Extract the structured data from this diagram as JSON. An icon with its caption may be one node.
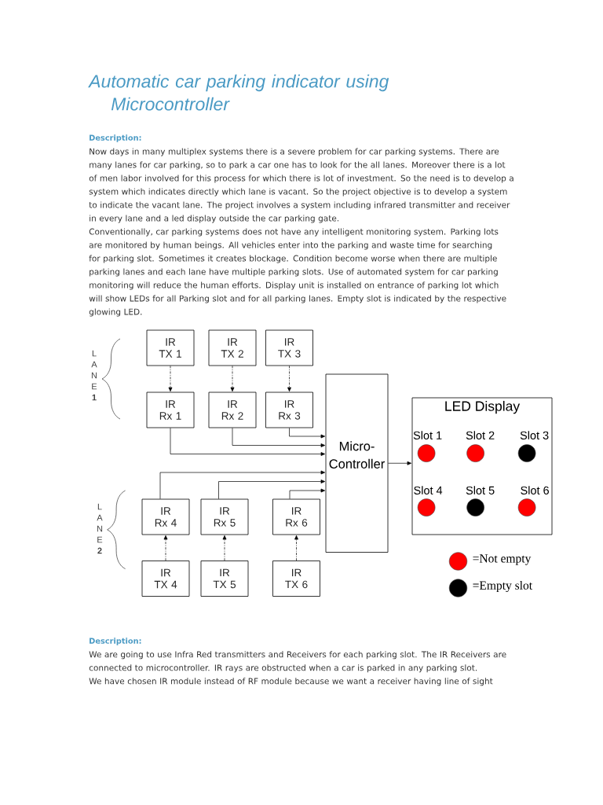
{
  "diagram": {
    "title": "Automatic car parking indicator using Microcontroller",
    "nodes": [
      {
        "text": [
          "IR TX 1"
        ]
      },
      {
        "text": [
          "IR TX 2"
        ]
      },
      {
        "text": [
          "IR TX 3"
        ]
      },
      {
        "text": [
          "IR Rx 1"
        ]
      },
      {
        "text": [
          "IR Rx 2"
        ]
      },
      {
        "text": [
          "IR Rx 3"
        ]
      },
      {
        "text": [
          "Micro-Controller"
        ]
      },
      {
        "text": [
          "LED Display"
        ]
      },
      {
        "text": [
          "Slot 1"
        ],
        "in": 7
      },
      {
        "text": [
          "Slot 2"
        ],
        "in": 7
      },
      {
        "text": [
          "Slot 3"
        ],
        "in": 7
      },
      {
        "text": [
          "Slot 4"
        ],
        "in": 7
      },
      {
        "text": [
          "Slot 5"
        ],
        "in": 7
      },
      {
        "text": [
          "Slot 6"
        ],
        "in": 7
      },
      {
        "text": [
          "IR Rx 4"
        ]
      },
      {
        "text": [
          "IR Rx 5"
        ]
      },
      {
        "text": [
          "IR Rx 6"
        ]
      },
      {
        "text": [
          "IR TX 4"
        ]
      },
      {
        "text": [
          "IR TX 5"
        ]
      },
      {
        "text": [
          "IR TX 6"
        ]
      }
    ],
    "edges": [
      {
        "from": 0,
        "to": 3,
        "arrow": "to",
        "style": "dashed"
      },
      {
        "from": 1,
        "to": 4,
        "arrow": "to",
        "style": "dashed"
      },
      {
        "from": 2,
        "to": 5,
        "arrow": "to",
        "style": "dashed"
      },
      {
        "from": 3,
        "to": 6,
        "arrow": "to"
      },
      {
        "from": 4,
        "to": 6,
        "arrow": "to"
      },
      {
        "from": 5,
        "to": 6,
        "arrow": "to"
      },
      {
        "from": 6,
        "to": 7,
        "arrow": "to"
      },
      {
        "from": 14,
        "to": 6,
        "arrow": "to"
      },
      {
        "from": 15,
        "to": 6,
        "arrow": "to"
      },
      {
        "from": 16,
        "to": 6,
        "arrow": "to"
      },
      {
        "from": 17,
        "to": 14,
        "arrow": "to",
        "style": "dashed"
      },
      {
        "from": 18,
        "to": 15,
        "arrow": "to",
        "style": "dashed"
      },
      {
        "from": 19,
        "to": 16,
        "arrow": "to",
        "style": "dashed"
      }
    ],
    "labels": [
      "Description:",
      "Now days in many multiplex systems there is a severe problem for car parking systems. There are many lanes for car parking, so to park a car one has to look for the all lanes. Moreover there is a lot of men labor involved for this process for which there is lot of investment. So the need is to develop a system which indicates directly which lane is vacant. So the project objective is to develop a system to indicate the vacant lane. The project involves a system including infrared transmitter and receiver in every lane and a led display outside the car parking gate.",
      "Conventionally, car parking systems does not have any intelligent monitoring system. Parking lots are monitored by human beings. All vehicles enter into the parking and waste time for searching for parking slot. Sometimes it creates blockage. Condition become worse when there are multiple parking lanes and each lane have multiple parking slots. Use of automated system for car parking monitoring will reduce the human efforts. Display unit is installed on entrance of parking lot which will show LEDs for all Parking slot and for all parking lanes. Empty slot is indicated by the respective glowing LED.",
      "L A N E **1**",
      "L A N E **2**",
      "Description:",
      "We are going to use Infra Red transmitters and Receivers for each parking slot. The IR Receivers are connected to microcontroller. IR rays are obstructed when a car is parked in any parking slot.",
      "We have chosen IR module instead of RF module because we want a receiver having line of sight"
    ],
    "legend": [
      {
        "text": "=Not empty",
        "color": "#ff0000"
      },
      {
        "text": "=Empty slot",
        "color": "#000000"
      }
    ]
  }
}
